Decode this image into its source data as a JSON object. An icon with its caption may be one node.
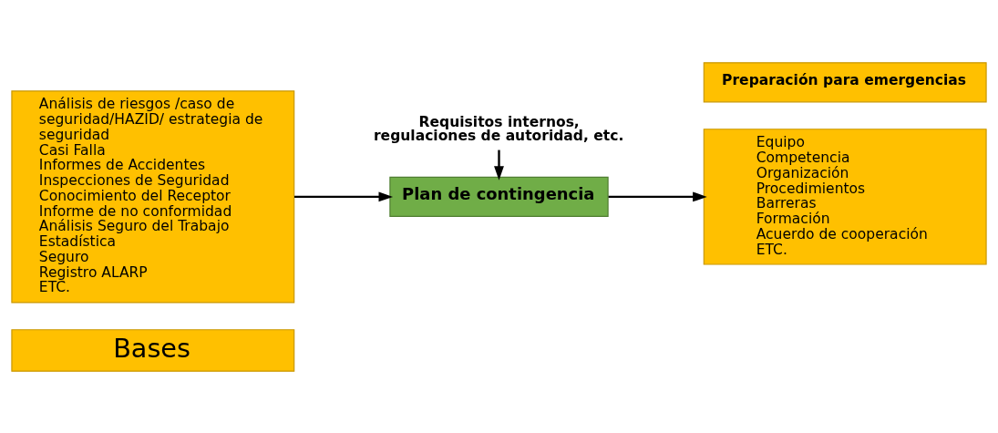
{
  "diagram": {
    "nodes": [
      {
        "text": [
          "Bases"
        ]
      },
      {
        "text": [
          "Análisis de riesgos /caso de seguridad/HAZID/ estrategia de seguridad",
          "Casi Falla",
          "Informes de Accidentes",
          "Inspecciones de Seguridad",
          "Conocimiento del Receptor",
          "Informe de no conformidad",
          "Análisis Seguro del Trabajo",
          "Estadística",
          "Seguro",
          "Registro ALARP",
          "ETC."
        ]
      },
      {
        "text": [
          "Plan de contingencia"
        ]
      },
      {
        "text": [
          "Preparación para emergencias"
        ]
      },
      {
        "text": [
          "Equipo",
          "Competencia",
          "Organización",
          "Procedimientos",
          "Barreras",
          "Formación",
          "Acuerdo de cooperación",
          "ETC."
        ]
      },
      {
        "text": [
          "Requisitos internos, regulaciones de autoridad, etc."
        ]
      }
    ],
    "edges": [
      {
        "from": 1,
        "to": 2,
        "arrow": "to"
      },
      {
        "from": 2,
        "to": 4,
        "arrow": "to"
      },
      {
        "from": 5,
        "to": 2,
        "arrow": "to"
      }
    ]
  }
}
